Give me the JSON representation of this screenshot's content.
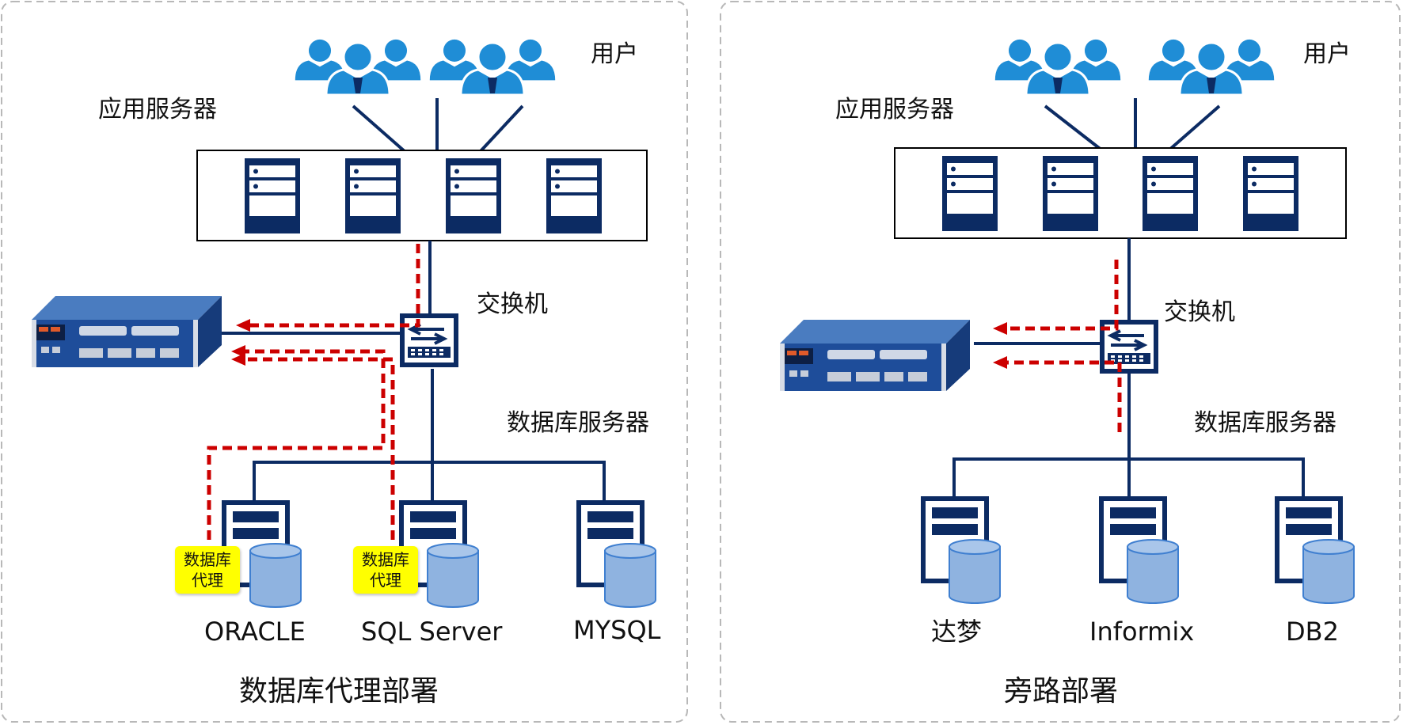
{
  "left_panel": {
    "users_label": "用户",
    "app_server_label": "应用服务器",
    "switch_label": "交换机",
    "db_server_label": "数据库服务器",
    "proxy_label_line1": "数据库",
    "proxy_label_line2": "代理",
    "databases": [
      "ORACLE",
      "SQL Server",
      "MYSQL"
    ],
    "caption": "数据库代理部署"
  },
  "right_panel": {
    "users_label": "用户",
    "app_server_label": "应用服务器",
    "switch_label": "交换机",
    "db_server_label": "数据库服务器",
    "databases": [
      "达梦",
      "Informix",
      "DB2"
    ],
    "caption": "旁路部署"
  },
  "colors": {
    "user_blue": "#1f8dd6",
    "server_navy": "#0c2b63",
    "cylinder_blue": "#8fb3e0",
    "traffic_red": "#cc0000",
    "proxy_yellow": "#ffff00",
    "panel_border": "#b8b8b8"
  }
}
